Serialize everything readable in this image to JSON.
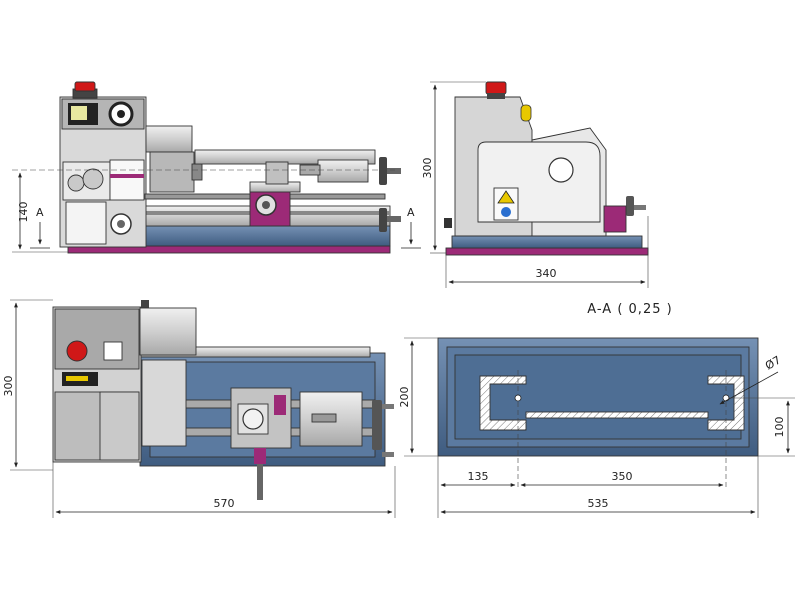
{
  "views": {
    "front": {
      "height_label": "140",
      "section_mark_left": "A",
      "section_mark_right": "A"
    },
    "side": {
      "height_label": "300",
      "width_label": "340"
    },
    "top": {
      "depth_label": "300",
      "length_label": "570"
    },
    "section": {
      "title": "A-A ( 0,25 )",
      "hole_label": "Ø7",
      "height_label": "200",
      "offset_label": "100",
      "dim_left": "135",
      "dim_span": "350",
      "dim_total": "535"
    }
  },
  "colors": {
    "base_blue": "#4e6e94",
    "trim_purple": "#9c2a77",
    "machine_gray": "#cfcfcf",
    "dark_gray": "#5a5a5a",
    "estop_red": "#d01818",
    "warning_yellow": "#e8c800"
  },
  "icons": [
    "emergency-stop-icon",
    "warning-triangle-icon",
    "info-circle-icon",
    "handwheel-icon"
  ]
}
